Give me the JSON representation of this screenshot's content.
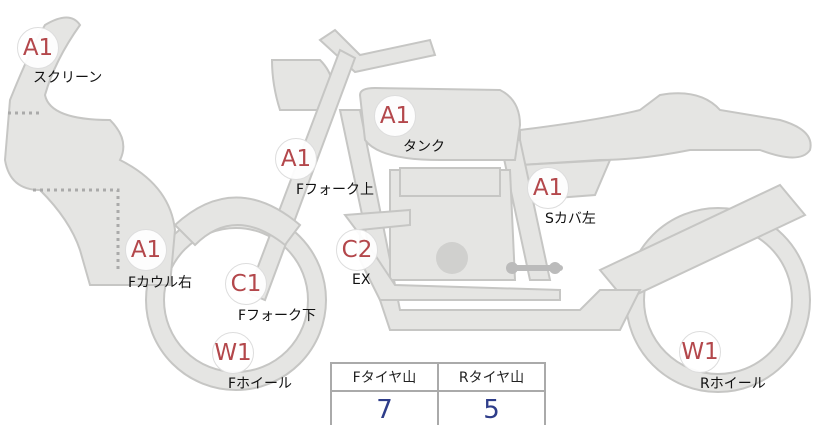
{
  "markers": [
    {
      "code": "A1",
      "label": "スクリーン"
    },
    {
      "code": "A1",
      "label": "タンク"
    },
    {
      "code": "A1",
      "label": "Fフォーク上"
    },
    {
      "code": "A1",
      "label": "Sカバ左"
    },
    {
      "code": "A1",
      "label": "Fカウル右"
    },
    {
      "code": "C2",
      "label": "EX"
    },
    {
      "code": "C1",
      "label": "Fフォーク下"
    },
    {
      "code": "W1",
      "label": "Fホイール"
    },
    {
      "code": "W1",
      "label": "Rホイール"
    }
  ],
  "tread_table": {
    "headers": [
      "Fタイヤ山",
      "Rタイヤ山"
    ],
    "values": [
      "7",
      "5"
    ]
  },
  "colors": {
    "marker_text": "#b3474b",
    "value_text": "#2e3d8a",
    "part_fill": "#e5e5e3"
  }
}
